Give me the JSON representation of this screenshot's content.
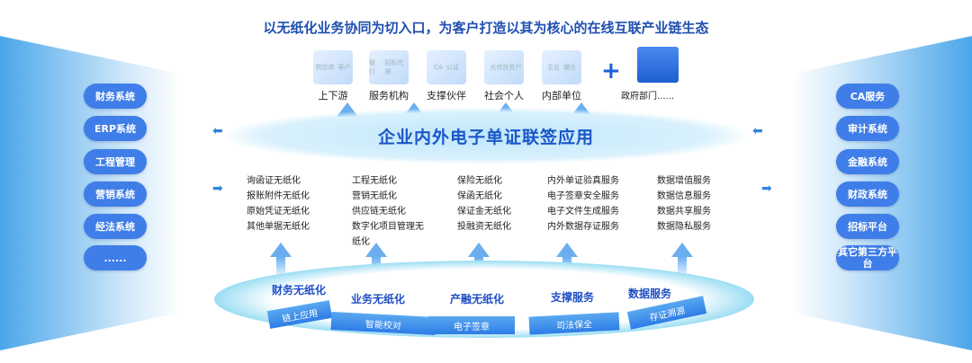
{
  "title": "以无纸化业务协同为切入口，为客户打造以其为核心的在线互联产业链生态",
  "top_groups": [
    {
      "label": "上下游",
      "cube": [
        "供应商",
        "客户"
      ]
    },
    {
      "label": "服务机构",
      "cube": [
        "银行",
        "招标代理"
      ]
    },
    {
      "label": "支撑伙伴",
      "cube": [
        "CA",
        "公证"
      ]
    },
    {
      "label": "社会个人",
      "cube": [
        "",
        "光伏扶贫户"
      ]
    },
    {
      "label": "内部单位",
      "cube": [
        "主业",
        "辅业"
      ]
    }
  ],
  "plus": "+",
  "gov": "政府部门......",
  "center_title": "企业内外电子单证联签应用",
  "left_systems": [
    "财务系统",
    "ERP系统",
    "工程管理",
    "营销系统",
    "经法系统",
    "......"
  ],
  "right_systems": [
    "CA服务",
    "审计系统",
    "金融系统",
    "财政系统",
    "招标平台",
    "其它第三方平台"
  ],
  "columns": [
    [
      "询函证无纸化",
      "报账附件无纸化",
      "原始凭证无纸化",
      "其他单据无纸化"
    ],
    [
      "工程无纸化",
      "营销无纸化",
      "供应链无纸化",
      "数字化项目管理无纸化"
    ],
    [
      "保险无纸化",
      "保函无纸化",
      "保证金无纸化",
      "投融资无纸化"
    ],
    [
      "内外单证验真服务",
      "电子签章安全服务",
      "电子文件生成服务",
      "内外数据存证服务"
    ],
    [
      "数据增值服务",
      "数据信息服务",
      "数据共享服务",
      "数据隐私服务"
    ]
  ],
  "ring_labels": [
    "财务无纸化",
    "业务无纸化",
    "产融无纸化",
    "支撑服务",
    "数据服务"
  ],
  "ring_segments": [
    "链上应用",
    "智能校对",
    "电子签章",
    "司法保全",
    "存证溯源"
  ],
  "colors": {
    "accent": "#1a56c8",
    "pill": "#3f7ee8"
  }
}
